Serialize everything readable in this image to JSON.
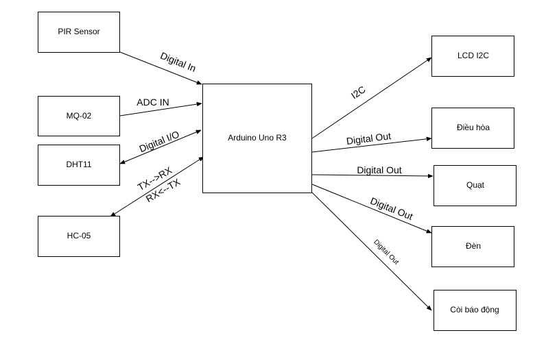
{
  "colors": {
    "stroke": "#000000",
    "fill": "#ffffff",
    "text": "#000000"
  },
  "nodes": {
    "pir": "PIR Sensor",
    "mq02": "MQ-02",
    "dht11": "DHT11",
    "hc05": "HC-05",
    "arduino": "Arduino Uno R3",
    "lcd": "LCD I2C",
    "dieuhoa": "Điều hòa",
    "quat": "Quạt",
    "den": "Đèn",
    "coi": "Còi báo động"
  },
  "edges": {
    "pir_label": "Digital In",
    "mq_label": "ADC IN",
    "dht_label": "Digital I/O",
    "hc_label_1": "TX-->RX",
    "hc_label_2": "RX<--TX",
    "lcd_label": "I2C",
    "dieuhoa_label": "Digital Out",
    "quat_label": "Digital Out",
    "den_label": "Digital Out",
    "coi_label": "Digital Out"
  }
}
